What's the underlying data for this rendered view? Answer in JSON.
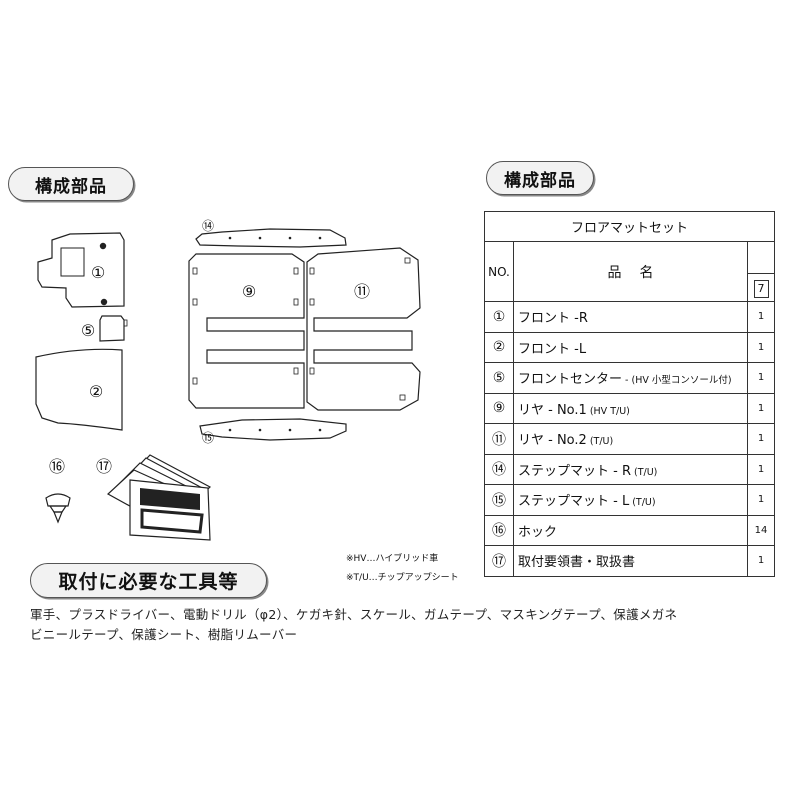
{
  "headings": {
    "parts_left": "構成部品",
    "parts_right": "構成部品",
    "tools": "取付に必要な工具等"
  },
  "diagram": {
    "labels": [
      "①",
      "②",
      "⑤",
      "⑨",
      "⑪",
      "⑭",
      "⑮",
      "⑯",
      "⑰"
    ]
  },
  "notes": [
    "※HV…ハイブリッド車",
    "※T/U…チップアップシート"
  ],
  "tools_text": [
    "軍手、プラスドライバー、電動ドリル（φ2）、ケガキ針、スケール、ガムテープ、マスキングテープ、保護メガネ",
    "ビニールテープ、保護シート、樹脂リムーバー"
  ],
  "table": {
    "set_title": "フロアマットセット",
    "col_no": "NO.",
    "col_name": "品名",
    "qty_header": "7",
    "rows": [
      {
        "no": "①",
        "name": "フロント -R",
        "note": "",
        "qty": "1"
      },
      {
        "no": "②",
        "name": "フロント -L",
        "note": "",
        "qty": "1"
      },
      {
        "no": "⑤",
        "name": "フロントセンター",
        "note": " - (HV 小型コンソール付)",
        "qty": "1"
      },
      {
        "no": "⑨",
        "name": "リヤ - No.1",
        "note": "  (HV  T/U)",
        "qty": "1"
      },
      {
        "no": "⑪",
        "name": "リヤ - No.2",
        "note": "  (T/U)",
        "qty": "1"
      },
      {
        "no": "⑭",
        "name": "ステップマット - R",
        "note": "  (T/U)",
        "qty": "1"
      },
      {
        "no": "⑮",
        "name": "ステップマット - L",
        "note": "  (T/U)",
        "qty": "1"
      },
      {
        "no": "⑯",
        "name": "ホック",
        "note": "",
        "qty": "14"
      },
      {
        "no": "⑰",
        "name": "取付要領書・取扱書",
        "note": "",
        "qty": "1"
      }
    ]
  }
}
